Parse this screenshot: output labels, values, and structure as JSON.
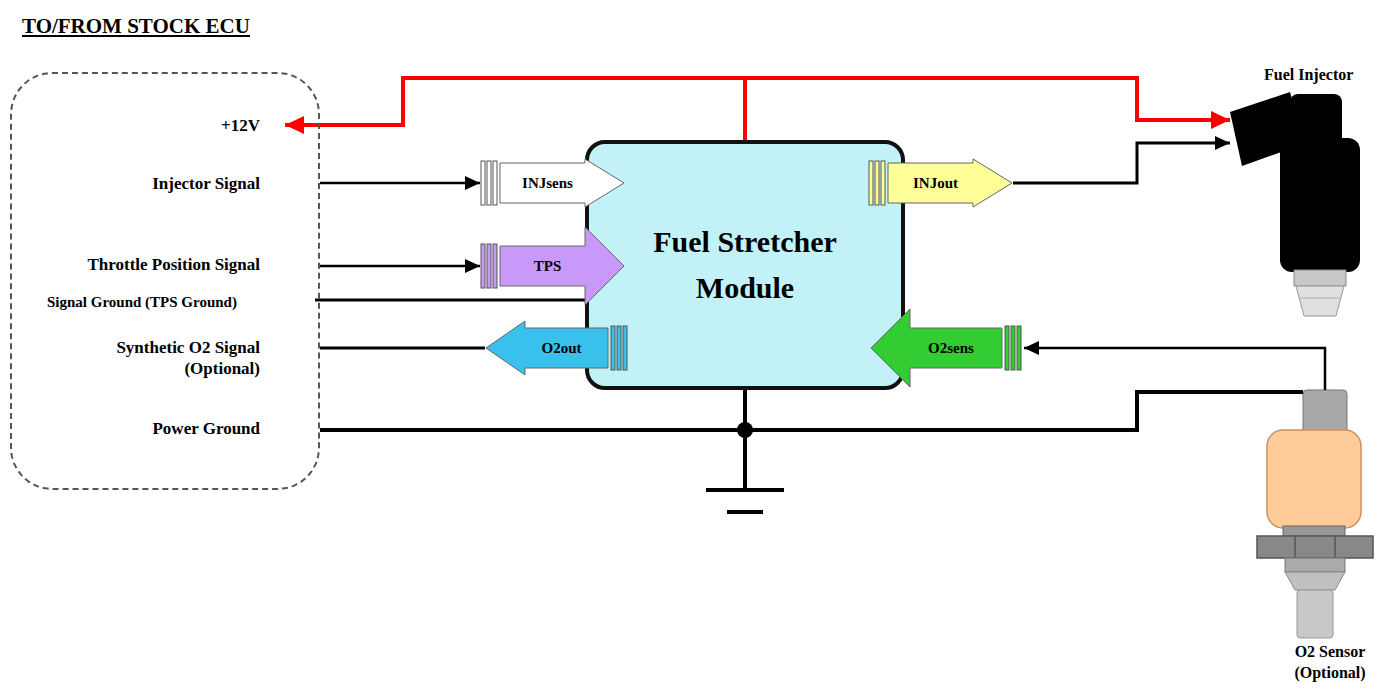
{
  "diagram": {
    "nodes": [
      {
        "text": [
          "TO/FROM STOCK ECU",
          "+12V",
          "Injector Signal",
          "Throttle Position Signal",
          "Signal Ground (TPS Ground)",
          "Synthetic O2 Signal (Optional)",
          "Power Ground"
        ]
      },
      {
        "text": [
          "Fuel Stretcher Module"
        ]
      },
      {
        "text": [
          "INJsens"
        ],
        "in": 1
      },
      {
        "text": [
          "TPS"
        ],
        "in": 1
      },
      {
        "text": [
          "O2out"
        ],
        "in": 1
      },
      {
        "text": [
          "INJout"
        ],
        "in": 1
      },
      {
        "text": [
          "O2sens"
        ],
        "in": 1
      },
      {
        "text": [
          "Fuel Injector"
        ]
      },
      {
        "text": [
          "O2 Sensor (Optional)"
        ]
      }
    ],
    "edges": [
      {
        "from": 1,
        "to": 0,
        "arrow": "to"
      },
      {
        "from": 1,
        "to": 7,
        "arrow": "to"
      },
      {
        "from": 0,
        "to": 2,
        "arrow": "to"
      },
      {
        "from": 0,
        "to": 3,
        "arrow": "to"
      },
      {
        "from": 0,
        "to": 1,
        "arrow": "none"
      },
      {
        "from": 4,
        "to": 0,
        "arrow": "none"
      },
      {
        "from": 0,
        "to": 1,
        "arrow": "none"
      },
      {
        "from": 1,
        "to": 8,
        "arrow": "none"
      },
      {
        "from": 8,
        "to": 6,
        "arrow": "to"
      },
      {
        "from": 5,
        "to": 7,
        "arrow": "to"
      }
    ]
  }
}
